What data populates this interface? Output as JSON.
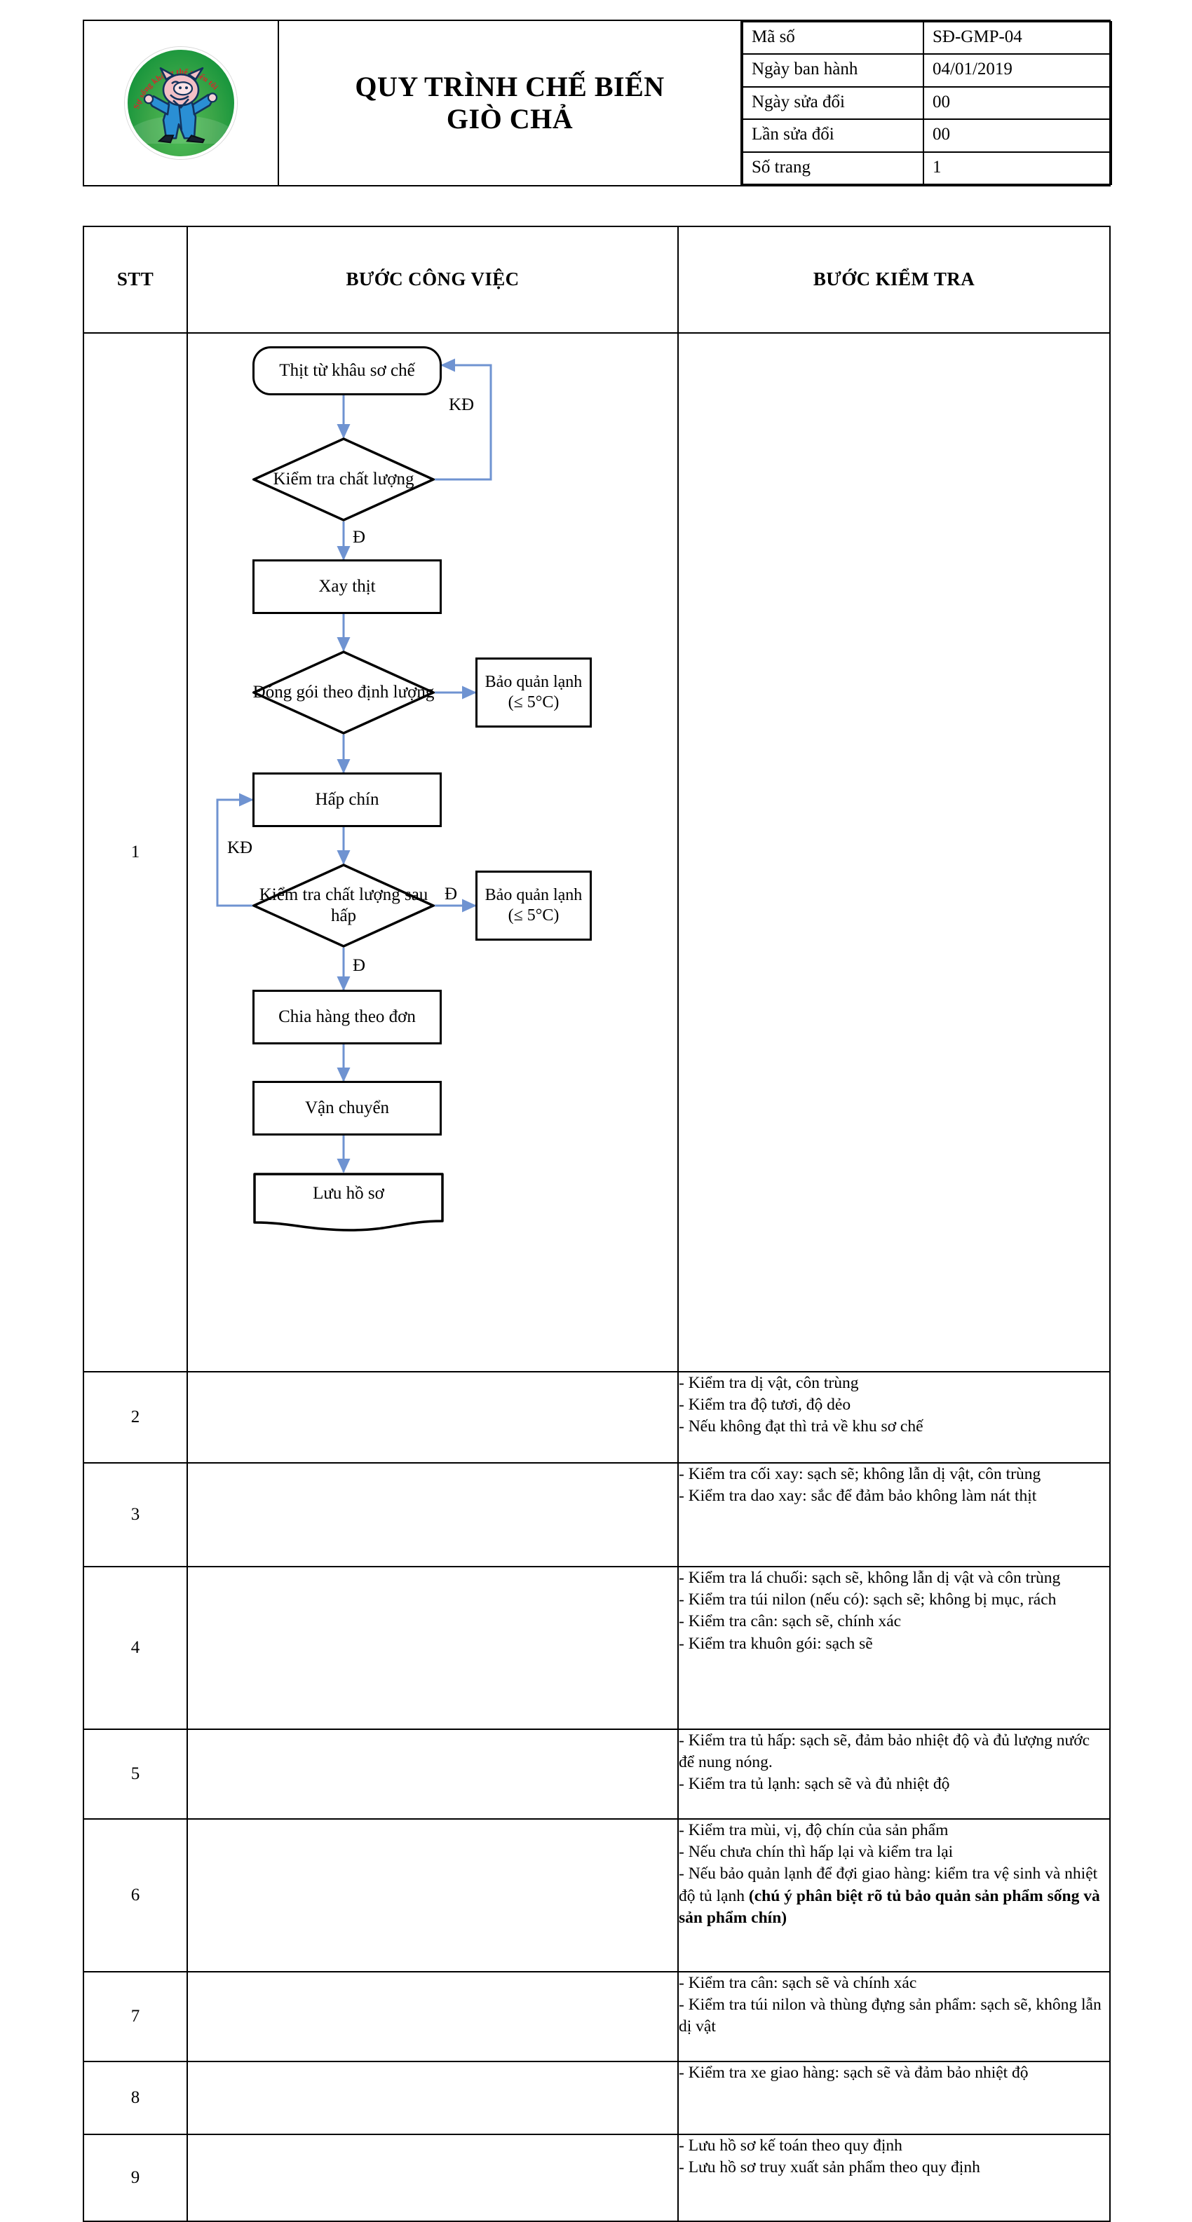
{
  "document": {
    "title_line1": "QUY TRÌNH CHẾ BIẾN",
    "title_line2": "GIÒ CHẢ",
    "logo": {
      "arc_text_top": "Sự sống không thể thiếu tôi",
      "alt": "pig-mascot-logo"
    },
    "meta": [
      {
        "key": "Mã số",
        "value": "SĐ-GMP-04"
      },
      {
        "key": "Ngày ban hành",
        "value": "04/01/2019"
      },
      {
        "key": "Ngày sửa đổi",
        "value": "00"
      },
      {
        "key": "Lần sửa đổi",
        "value": "00"
      },
      {
        "key": "Số trang",
        "value": "1"
      }
    ]
  },
  "table": {
    "headers": {
      "stt": "STT",
      "work": "BƯỚC CÔNG VIỆC",
      "check": "BƯỚC KIỂM TRA"
    },
    "rows": [
      {
        "stt": "1",
        "check": []
      },
      {
        "stt": "2",
        "check": [
          "- Kiểm tra dị vật, côn trùng",
          "- Kiểm tra độ tươi, độ dẻo",
          "- Nếu không đạt thì trả về khu sơ chế"
        ]
      },
      {
        "stt": "3",
        "check": [
          "- Kiểm tra cối xay: sạch sẽ; không lẫn dị vật, côn trùng",
          "- Kiểm tra dao xay: sắc để đảm bảo không làm nát thịt"
        ]
      },
      {
        "stt": "4",
        "check": [
          "- Kiểm tra lá chuối: sạch sẽ, không lẫn dị vật và côn trùng",
          "- Kiểm tra túi nilon (nếu có): sạch sẽ; không bị mục, rách",
          "- Kiểm tra cân: sạch sẽ, chính xác",
          "- Kiểm tra khuôn gói: sạch sẽ"
        ]
      },
      {
        "stt": "5",
        "check": [
          "- Kiểm tra tủ hấp: sạch sẽ, đảm bảo nhiệt độ và đủ lượng nước để nung nóng.",
          "- Kiểm tra tủ lạnh: sạch sẽ và đủ nhiệt độ"
        ]
      },
      {
        "stt": "6",
        "check": [
          "- Kiểm tra mùi, vị, độ chín của sản phẩm",
          "- Nếu chưa chín thì hấp lại và kiểm tra lại"
        ],
        "check_rich": {
          "prefix": "- Nếu bảo quản lạnh để đợi giao hàng: kiểm tra vệ sinh và nhiệt độ tủ lạnh ",
          "bold": "(chú ý phân biệt rõ tủ bảo quản sản phẩm sống và sản phẩm chín)"
        }
      },
      {
        "stt": "7",
        "check": [
          "- Kiểm tra cân: sạch sẽ và chính xác",
          "- Kiểm tra túi nilon và thùng đựng sản phẩm: sạch sẽ, không lẫn dị vật"
        ]
      },
      {
        "stt": "8",
        "check": [
          "- Kiểm tra xe giao hàng: sạch sẽ và đảm bảo nhiệt độ"
        ]
      },
      {
        "stt": "9",
        "check": [
          "- Lưu hồ sơ kế toán theo quy định",
          "- Lưu hồ sơ truy xuất sản phẩm theo quy định"
        ]
      }
    ]
  },
  "flowchart": {
    "nodes": {
      "n1": {
        "label": "Thịt từ khâu sơ chế",
        "shape": "rounded-rect"
      },
      "n2": {
        "label": "Kiểm tra chất lượng",
        "shape": "diamond"
      },
      "n3": {
        "label": "Xay thịt",
        "shape": "rect"
      },
      "n4": {
        "label": "Đóng gói theo định lượng",
        "shape": "diamond"
      },
      "n4b": {
        "label": "Bảo quản lạnh (≤ 5°C)",
        "shape": "rect"
      },
      "n5": {
        "label": "Hấp chín",
        "shape": "rect"
      },
      "n6": {
        "label": "Kiểm tra chất lượng sau hấp",
        "shape": "diamond"
      },
      "n6b": {
        "label": "Bảo quản lạnh (≤ 5°C)",
        "shape": "rect"
      },
      "n7": {
        "label": "Chia hàng theo đơn",
        "shape": "rect"
      },
      "n8": {
        "label": "Vận chuyển",
        "shape": "rect"
      },
      "n9": {
        "label": "Lưu hồ sơ",
        "shape": "document"
      }
    },
    "edge_labels": {
      "e_kd_1": "KĐ",
      "e_d_1": "Đ",
      "e_kd_2": "KĐ",
      "e_d_2a": "Đ",
      "e_d_2b": "Đ"
    },
    "arrow_color": "#6f93d1"
  }
}
